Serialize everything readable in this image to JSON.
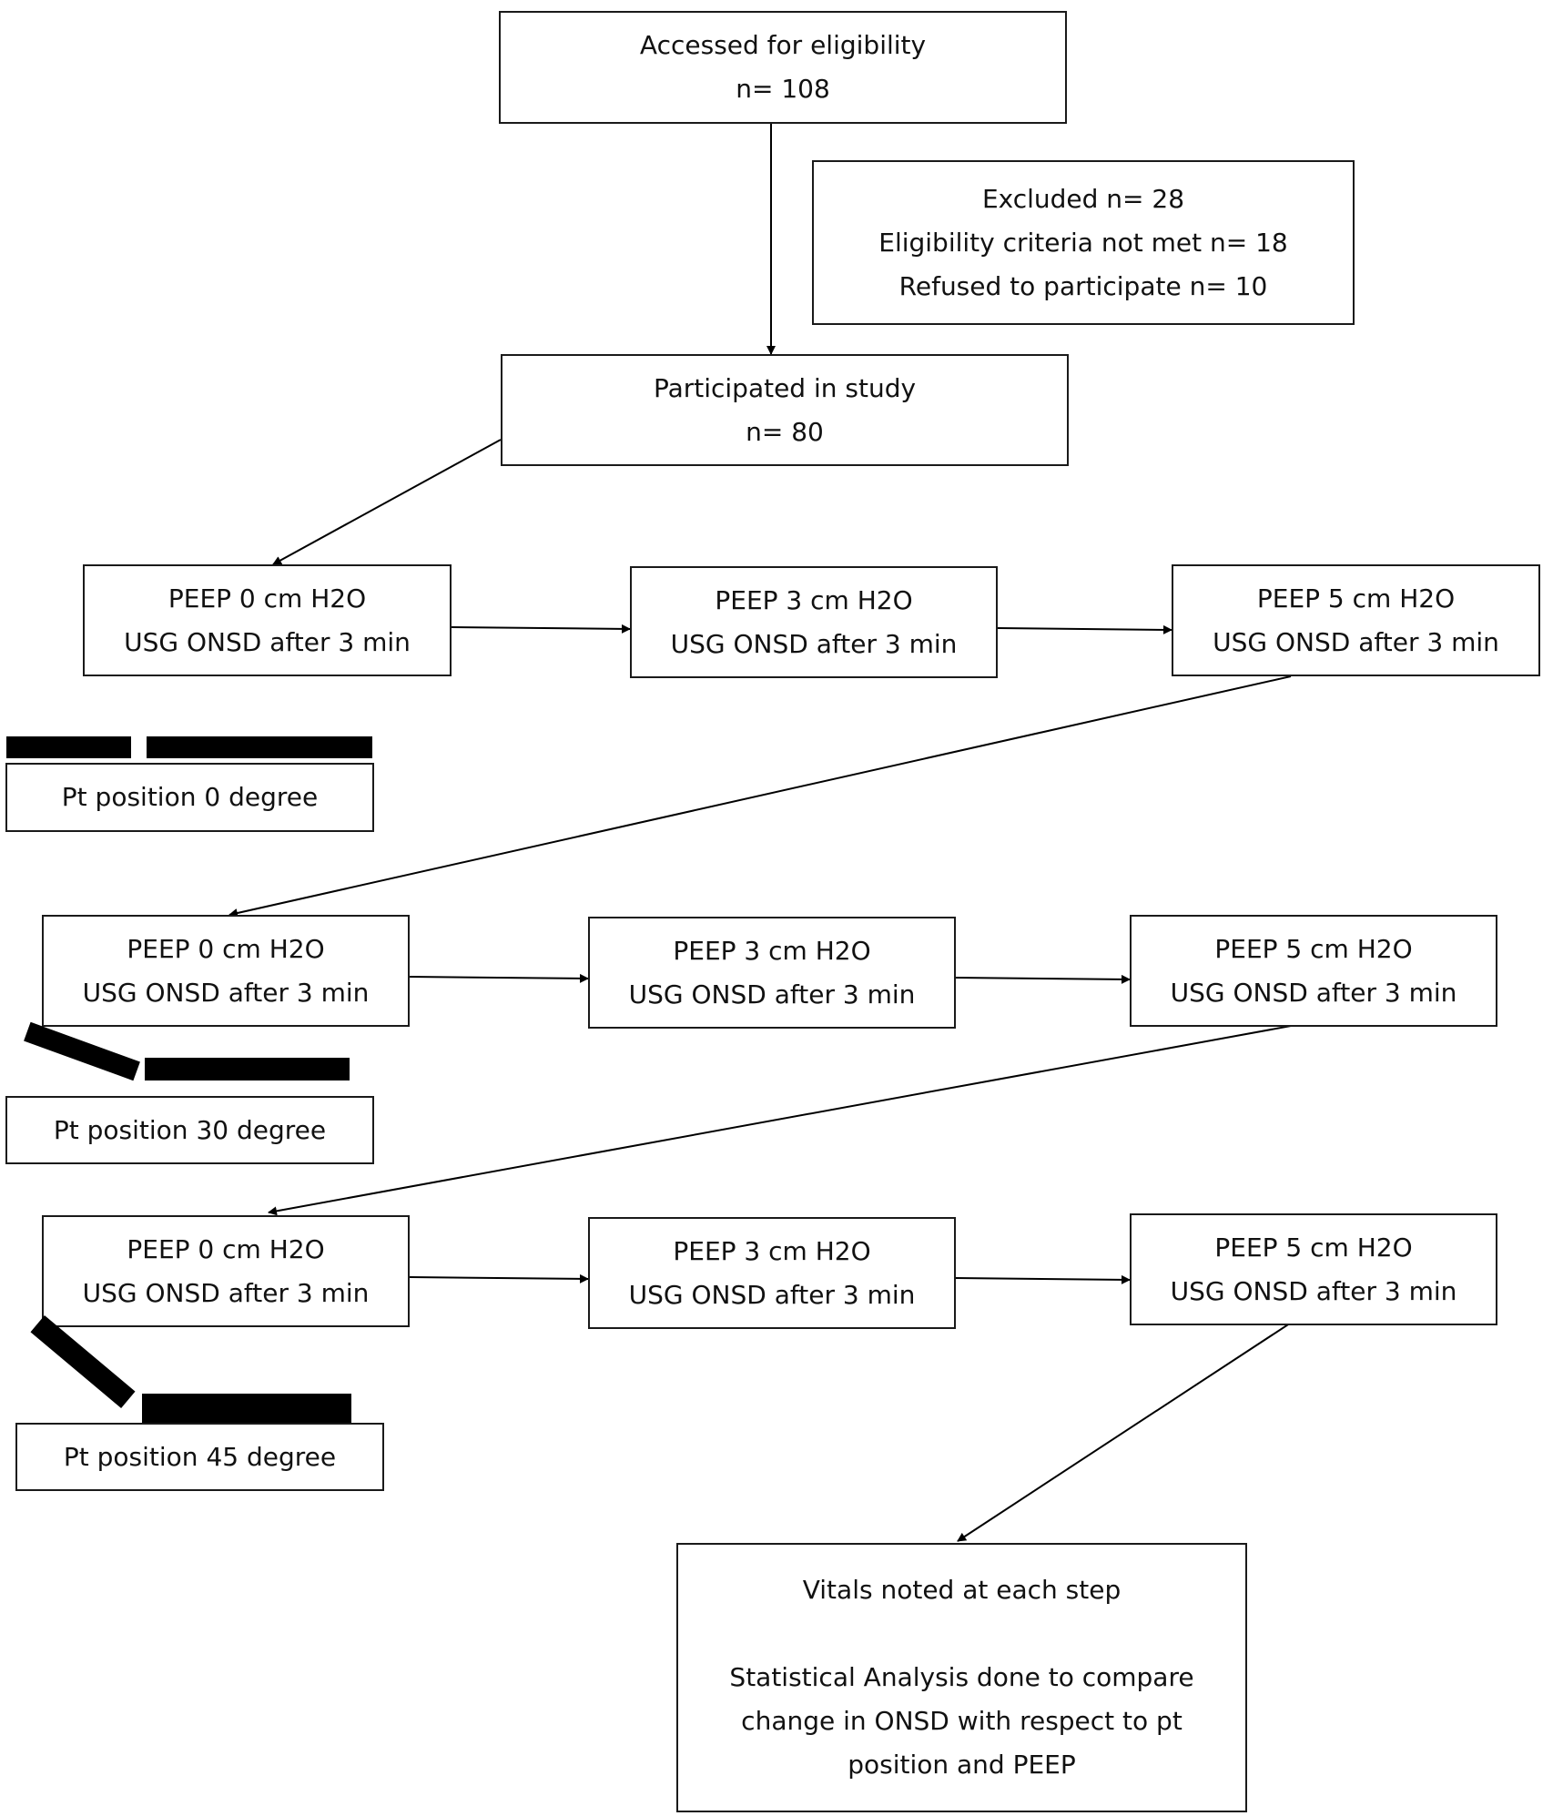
{
  "diagram": {
    "eligibility": {
      "line1": "Accessed for eligibility",
      "line2": "n= 108"
    },
    "excluded": {
      "line1": "Excluded n=  28",
      "line2": "Eligibility criteria not met n= 18",
      "line3": "Refused to participate n= 10"
    },
    "participated": {
      "line1": "Participated in study",
      "line2": "n= 80"
    },
    "rows": [
      {
        "position_label": "Pt position 0 degree",
        "steps": [
          {
            "peep": "PEEP 0 cm H2O",
            "measure": "USG ONSD after 3 min"
          },
          {
            "peep": "PEEP 3 cm H2O",
            "measure": "USG ONSD after 3 min"
          },
          {
            "peep": "PEEP 5 cm H2O",
            "measure": "USG ONSD after 3 min"
          }
        ]
      },
      {
        "position_label": "Pt position 30 degree",
        "steps": [
          {
            "peep": "PEEP 0 cm H2O",
            "measure": "USG ONSD after 3 min"
          },
          {
            "peep": "PEEP 3 cm H2O",
            "measure": "USG ONSD after 3 min"
          },
          {
            "peep": "PEEP 5 cm H2O",
            "measure": "USG ONSD after 3 min"
          }
        ]
      },
      {
        "position_label": "Pt position 45 degree",
        "steps": [
          {
            "peep": "PEEP 0 cm H2O",
            "measure": "USG ONSD after 3 min"
          },
          {
            "peep": "PEEP 3 cm H2O",
            "measure": "USG ONSD after 3 min"
          },
          {
            "peep": "PEEP 5 cm H2O",
            "measure": "USG ONSD after 3 min"
          }
        ]
      }
    ],
    "final": {
      "line1": "Vitals noted at each step",
      "line2": "Statistical Analysis done to compare",
      "line3": "change in ONSD with respect to pt",
      "line4": "position and PEEP"
    }
  }
}
